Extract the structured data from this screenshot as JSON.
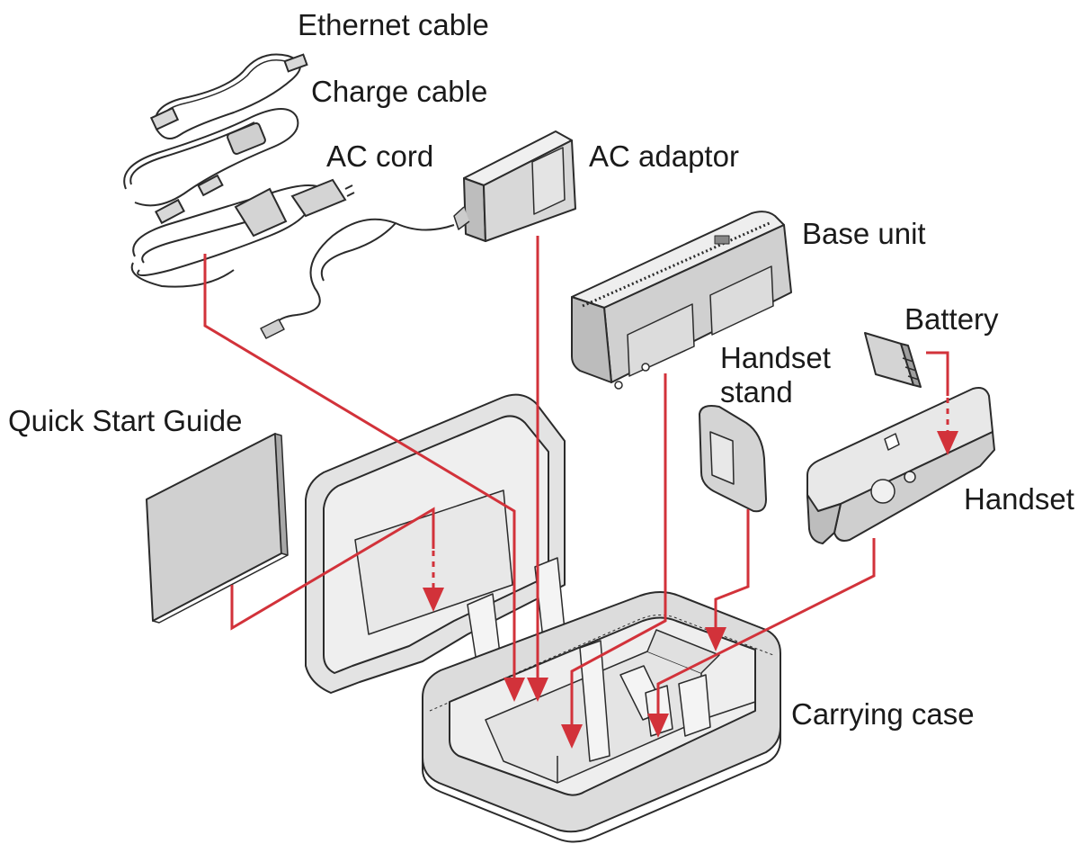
{
  "labels": {
    "ethernet_cable": "Ethernet cable",
    "charge_cable": "Charge cable",
    "ac_cord": "AC cord",
    "ac_adaptor": "AC adaptor",
    "base_unit": "Base unit",
    "battery": "Battery",
    "handset_stand_line1": "Handset",
    "handset_stand_line2": "stand",
    "quick_start_guide": "Quick Start Guide",
    "handset": "Handset",
    "carrying_case": "Carrying case"
  },
  "colors": {
    "leader_line": "#d2323a",
    "outline": "#2b2b2b",
    "fill_light": "#e6e6e6",
    "fill_mid": "#cfcfcf",
    "fill_dark": "#b5b5b5"
  }
}
